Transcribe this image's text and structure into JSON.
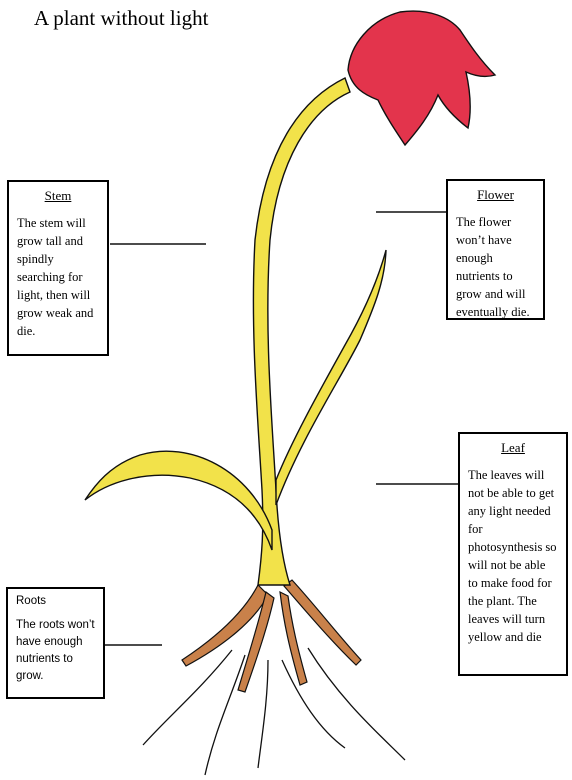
{
  "title": "A plant without light",
  "labels": {
    "stem": {
      "heading": "Stem",
      "text": "The stem will grow tall and spindly searching for light, then will grow weak and die."
    },
    "flower": {
      "heading": "Flower",
      "text": "The flower won’t have enough nutrients to grow and will eventually die."
    },
    "leaf": {
      "heading": "Leaf",
      "text": "The leaves will not be able to get any light needed for photosynthesis so will not be able to make food for the plant. The leaves will turn yellow and die"
    },
    "roots": {
      "heading": "Roots",
      "text": "The roots won’t have enough nutrients to grow."
    }
  },
  "colors": {
    "stem": "#f2e24a",
    "flower": "#e3344c",
    "root": "#c9814a",
    "outline": "#111111"
  }
}
